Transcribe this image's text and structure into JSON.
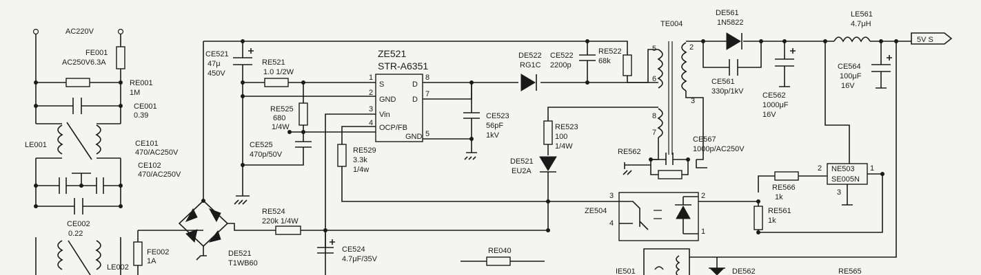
{
  "labels": {
    "ac_input": "AC220V",
    "fe001_ref": "FE001",
    "fe001_val": "AC250V6.3A",
    "re001_ref": "RE001",
    "re001_val": "1M",
    "ce001_ref": "CE001",
    "ce001_val": "0.39",
    "le001_ref": "LE001",
    "ce101_ref": "CE101",
    "ce101_val": "470/AC250V",
    "ce102_ref": "CE102",
    "ce102_val": "470/AC250V",
    "ce002_ref": "CE002",
    "ce002_val": "0.22",
    "le002_ref": "LE002",
    "fe002_ref": "FE002",
    "fe002_val": "1A",
    "de521_bridge_ref": "DE521",
    "de521_bridge_val": "T1WB60",
    "ce521_ref": "CE521",
    "ce521_val1": "47μ",
    "ce521_val2": "450V",
    "re521_ref": "RE521",
    "re521_val": "1.0 1/2W",
    "re525_ref": "RE525",
    "re525_val1": "680",
    "re525_val2": "1/4W",
    "ce525_ref": "CE525",
    "ce525_val": "470p/50V",
    "re524_ref": "RE524",
    "re524_val": "220k 1/4W",
    "ce524_ref": "CE524",
    "ce524_val": "4.7μF/35V",
    "re529_ref": "RE529",
    "re529_val1": "3.3k",
    "re529_val2": "1/4w",
    "ic_ref": "ZE521",
    "ic_part": "STR-A6351",
    "pin_s": "S",
    "pin_gnd": "GND",
    "pin_vin": "Vin",
    "pin_ocp": "OCP/FB",
    "pin_d1": "D",
    "pin_d2": "D",
    "pin_gnd2": "GND",
    "pin1": "1",
    "pin2": "2",
    "pin3": "3",
    "pin4": "4",
    "pin5": "5",
    "pin7": "7",
    "pin8": "8",
    "de522_ref": "DE522",
    "de522_val": "RG1C",
    "ce522_ref": "CE522",
    "ce522_val": "2200p",
    "re522_ref": "RE522",
    "re522_val": "68k",
    "ce523_ref": "CE523",
    "ce523_val1": "56pF",
    "ce523_val2": "1kV",
    "re523_ref": "RE523",
    "re523_val1": "100",
    "re523_val2": "1/4W",
    "de521_ref": "DE521",
    "de521_val": "EU2A",
    "te004_ref": "TE004",
    "t_pin5": "5",
    "t_pin6": "6",
    "t_pin8": "8",
    "t_pin7": "7",
    "t_pin2": "2",
    "t_pin3": "3",
    "re562_ref": "RE562",
    "ce567_ref": "CE567",
    "ce567_val": "1000p/AC250V",
    "de561_ref": "DE561",
    "de561_val": "1N5822",
    "ce561_ref": "CE561",
    "ce561_val": "330p/1kV",
    "ce562_ref": "CE562",
    "ce562_val1": "1000μF",
    "ce562_val2": "16V",
    "le561_ref": "LE561",
    "le561_val": "4.7μH",
    "output_label": "5V S",
    "ce564_ref": "CE564",
    "ce564_val1": "100μF",
    "ce564_val2": "16V",
    "ne503_ref": "NE503",
    "ne503_val": "SE005N",
    "ne_pin1": "1",
    "ne_pin2": "2",
    "ne_pin3": "3",
    "re566_ref": "RE566",
    "re566_val": "1k",
    "re561_ref": "RE561",
    "re561_val": "1k",
    "ze504_ref": "ZE504",
    "opto_pin1": "1",
    "opto_pin2": "2",
    "opto_pin3": "3",
    "opto_pin4": "4",
    "re040_ref": "RE040",
    "ie501_ref": "IE501",
    "de562_ref": "DE562",
    "re565_ref": "RE565"
  }
}
